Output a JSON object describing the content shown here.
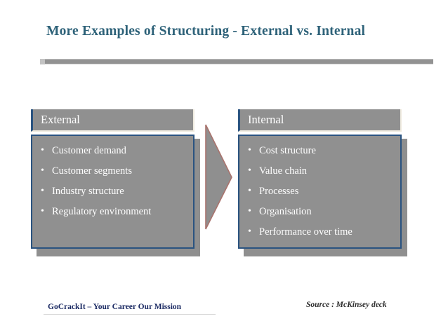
{
  "slide": {
    "title": "More Examples of Structuring - External vs. Internal",
    "title_color": "#2e6279",
    "background_color": "#ffffff",
    "divider_color": "#929292"
  },
  "columns": [
    {
      "header": "External",
      "header_bg": "#909090",
      "accent_color": "#2a5380",
      "bullets": [
        "Customer demand",
        "Customer segments",
        "Industry structure",
        "Regulatory environment"
      ]
    },
    {
      "header": "Internal",
      "header_bg": "#909090",
      "accent_color": "#2a5380",
      "bullets": [
        "Cost structure",
        "Value chain",
        "Processes",
        "Organisation",
        "Performance over time"
      ]
    }
  ],
  "arrow": {
    "name": "right-arrow-shape",
    "fill": "#8f8f8f",
    "stroke": "#a9736d"
  },
  "bullet_glyph": "•",
  "footer": {
    "brand": "GoCrackIt – Your Career Our Mission",
    "brand_color": "#1b2a63",
    "source": "Source : McKinsey deck"
  }
}
